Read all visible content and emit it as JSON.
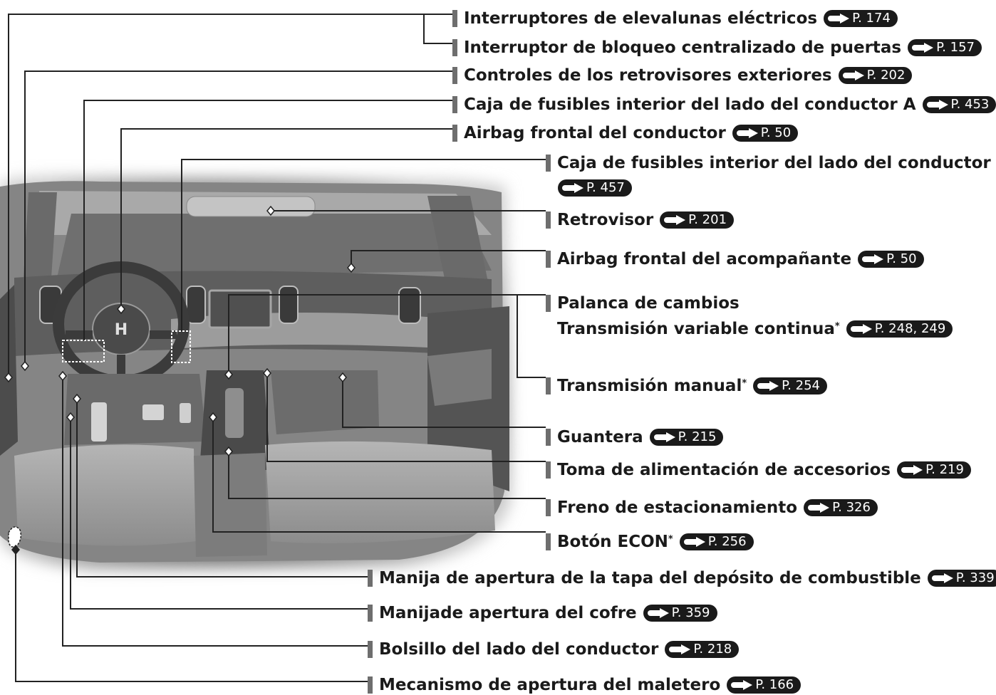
{
  "labels": [
    {
      "id": "power-window-switches",
      "text": "Interruptores de elevalunas eléctricos",
      "ref": "P. 174"
    },
    {
      "id": "master-door-lock-switch",
      "text": "Interruptor de bloqueo centralizado de puertas",
      "ref": "P. 157"
    },
    {
      "id": "door-mirror-controls",
      "text": "Controles de los retrovisores exteriores",
      "ref": "P. 202"
    },
    {
      "id": "fuse-box-a",
      "text": "Caja de fusibles interior del lado del conductor A",
      "ref": "P. 453"
    },
    {
      "id": "driver-front-airbag",
      "text": "Airbag frontal del conductor",
      "ref": "P. 50"
    },
    {
      "id": "fuse-box-b",
      "text": "Caja de fusibles interior del lado del conductor B",
      "ref": "P. 457"
    },
    {
      "id": "rearview-mirror",
      "text": "Retrovisor",
      "ref": "P. 201"
    },
    {
      "id": "passenger-front-airbag",
      "text": "Airbag frontal del acompañante",
      "ref": "P. 50"
    },
    {
      "id": "shift-lever",
      "text": "Palanca de cambios"
    },
    {
      "id": "cvt",
      "text": "Transmisión variable continua",
      "asterisk": "*",
      "ref": "P. 248, 249"
    },
    {
      "id": "manual-transmission",
      "text": "Transmisión manual",
      "asterisk": "*",
      "ref": "P. 254"
    },
    {
      "id": "glove-box",
      "text": "Guantera",
      "ref": "P. 215"
    },
    {
      "id": "accessory-power-socket",
      "text": "Toma de alimentación de accesorios",
      "ref": "P. 219"
    },
    {
      "id": "parking-brake",
      "text": "Freno de estacionamiento",
      "ref": "P. 326"
    },
    {
      "id": "econ-button",
      "text": "Botón ECON",
      "asterisk": "*",
      "ref": "P. 256"
    },
    {
      "id": "fuel-fill-door-release",
      "text": "Manija de apertura de la tapa del depósito de combustible",
      "ref": "P. 339"
    },
    {
      "id": "hood-release",
      "text": "Manijade apertura del cofre",
      "ref": "P. 359"
    },
    {
      "id": "driver-side-pocket",
      "text": "Bolsillo del lado del conductor",
      "ref": "P. 218"
    },
    {
      "id": "trunk-release",
      "text": "Mecanismo de apertura del maletero",
      "ref": "P. 166"
    }
  ],
  "colors": {
    "text": "#1a1a1a",
    "leader": "#222222",
    "pill": "#1a1a1a",
    "interior_photo": "#8a8a8a"
  },
  "steering_logo": "H",
  "illustration": "car-interior-photo"
}
